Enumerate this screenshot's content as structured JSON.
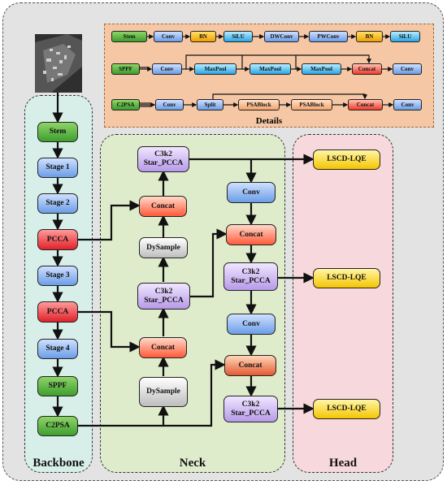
{
  "panels": {
    "backbone": "Backbone",
    "neck": "Neck",
    "head": "Head",
    "details": "Details"
  },
  "backbone": [
    "Stem",
    "Stage 1",
    "Stage 2",
    "PCCA",
    "Stage 3",
    "PCCA",
    "Stage 4",
    "SPPF",
    "C2PSA"
  ],
  "neck": {
    "c3k2_top": "C3k2\nStar_PCCA",
    "concat_top": "Concat",
    "dysample_top": "DySample",
    "c3k2_mid": "C3k2\nStar_PCCA",
    "concat_mid": "Concat",
    "dysample_bottom": "DySample",
    "conv1": "Conv",
    "concat_r1": "Concat",
    "c3k2_r1": "C3k2\nStar_PCCA",
    "conv2": "Conv",
    "concat_r2": "Concat",
    "c3k2_r2": "C3k2\nStar_PCCA"
  },
  "head": [
    "LSCD-LQE",
    "LSCD-LQE",
    "LSCD-LQE"
  ],
  "details": {
    "row1": [
      "Stem",
      "Conv",
      "BN",
      "SiLU",
      "DWConv",
      "PWConv",
      "BN",
      "SiLU"
    ],
    "row2": [
      "SPPF",
      "Conv",
      "MaxPool",
      "MaxPool",
      "MaxPool",
      "Concat",
      "Conv"
    ],
    "row3": [
      "C2PSA",
      "Conv",
      "Split",
      "PSABlock",
      "PSABlock",
      "Concat",
      "Conv"
    ]
  }
}
